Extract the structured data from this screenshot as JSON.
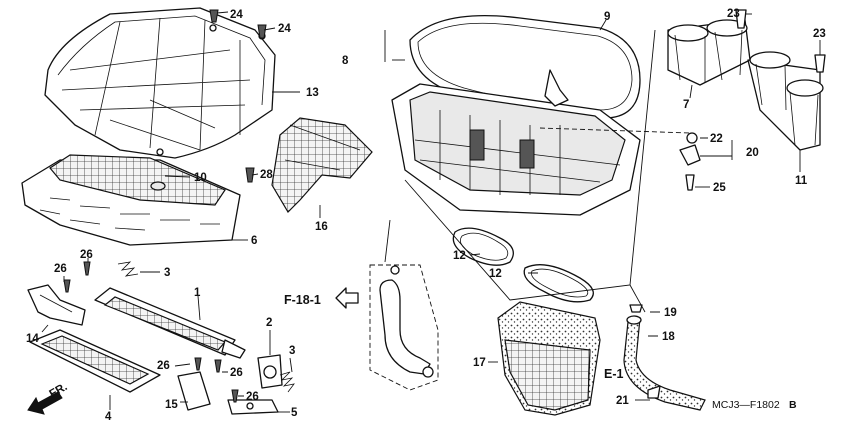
{
  "diagram": {
    "code": "MCJ3—F1802",
    "code_suffix": "B",
    "refs": {
      "f18": "F-18-1",
      "e1": "E-1",
      "front": "FR."
    },
    "callouts": {
      "c1": "1",
      "c2": "2",
      "c3a": "3",
      "c3b": "3",
      "c4": "4",
      "c5": "5",
      "c6": "6",
      "c7": "7",
      "c8": "8",
      "c9": "9",
      "c10": "10",
      "c11": "11",
      "c12a": "12",
      "c12b": "12",
      "c13": "13",
      "c14": "14",
      "c15": "15",
      "c16": "16",
      "c17": "17",
      "c18": "18",
      "c19": "19",
      "c20": "20",
      "c21": "21",
      "c22": "22",
      "c23a": "23",
      "c23b": "23",
      "c24a": "24",
      "c24b": "24",
      "c25": "25",
      "c26a": "26",
      "c26b": "26",
      "c26c": "26",
      "c26d": "26",
      "c26e": "26",
      "c28": "28"
    }
  }
}
